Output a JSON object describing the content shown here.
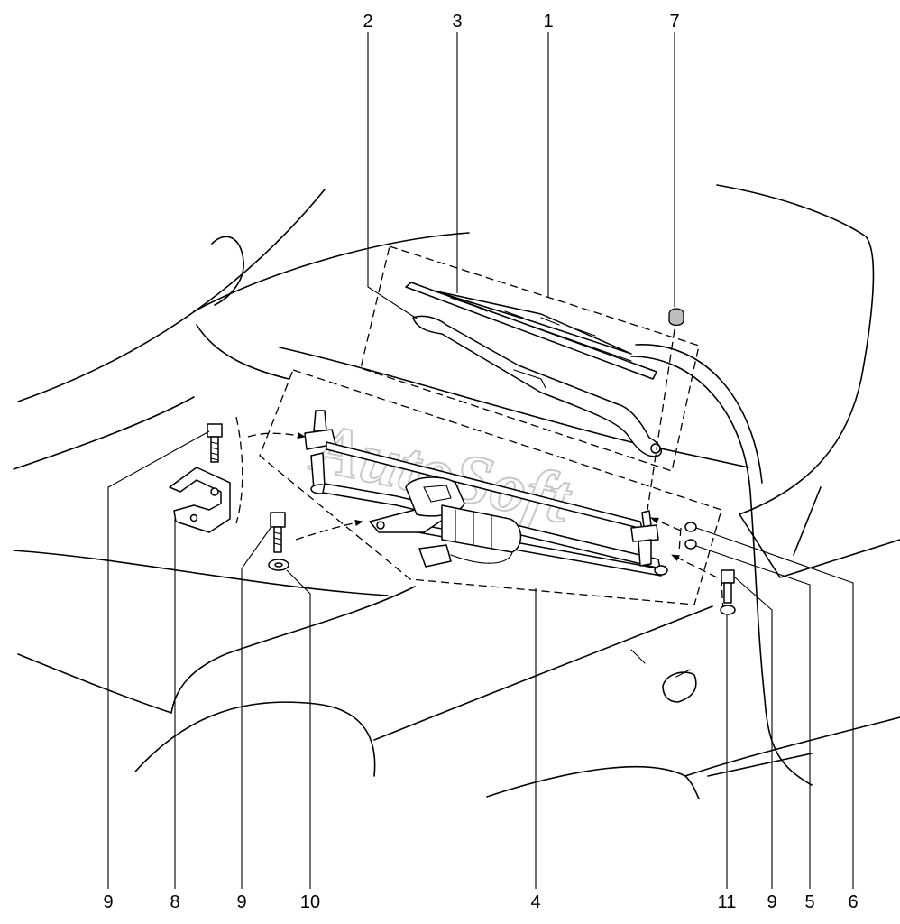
{
  "callouts_top": [
    "2",
    "3",
    "1",
    "7"
  ],
  "callouts_bottom": [
    "9",
    "8",
    "9",
    "10",
    "4",
    "11",
    "9",
    "5",
    "6"
  ],
  "watermark": "AutoSoft"
}
